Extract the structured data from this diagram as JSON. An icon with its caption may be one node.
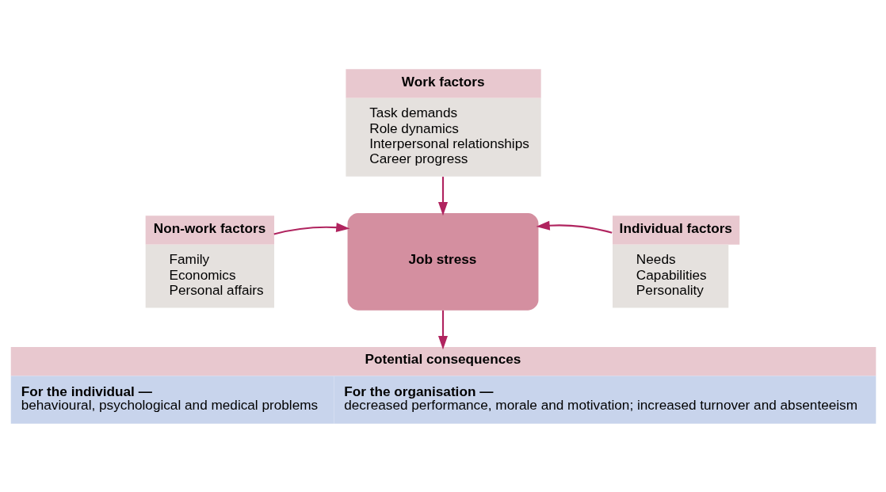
{
  "diagram": {
    "nodes": [
      {
        "text": [
          "Work factors",
          "Task demands",
          "Role dynamics",
          "Interpersonal relationships",
          "Career progress"
        ]
      },
      {
        "text": [
          "Non-work factors",
          "Family",
          "Economics",
          "Personal affairs"
        ]
      },
      {
        "text": [
          "Job stress"
        ]
      },
      {
        "text": [
          "Individual factors",
          "Needs",
          "Capabilities",
          "Personality"
        ]
      },
      {
        "text": [
          "Potential consequences",
          "For the individual —",
          "behavioural, psychological and medical problems",
          "For the organisation —",
          "decreased performance, morale and motivation; increased turnover and absenteeism"
        ]
      }
    ],
    "edges": [
      {
        "from": 0,
        "to": 2,
        "arrow": "to"
      },
      {
        "from": 1,
        "to": 2,
        "arrow": "to"
      },
      {
        "from": 3,
        "to": 2,
        "arrow": "to"
      },
      {
        "from": 2,
        "to": 4,
        "arrow": "to"
      }
    ]
  }
}
